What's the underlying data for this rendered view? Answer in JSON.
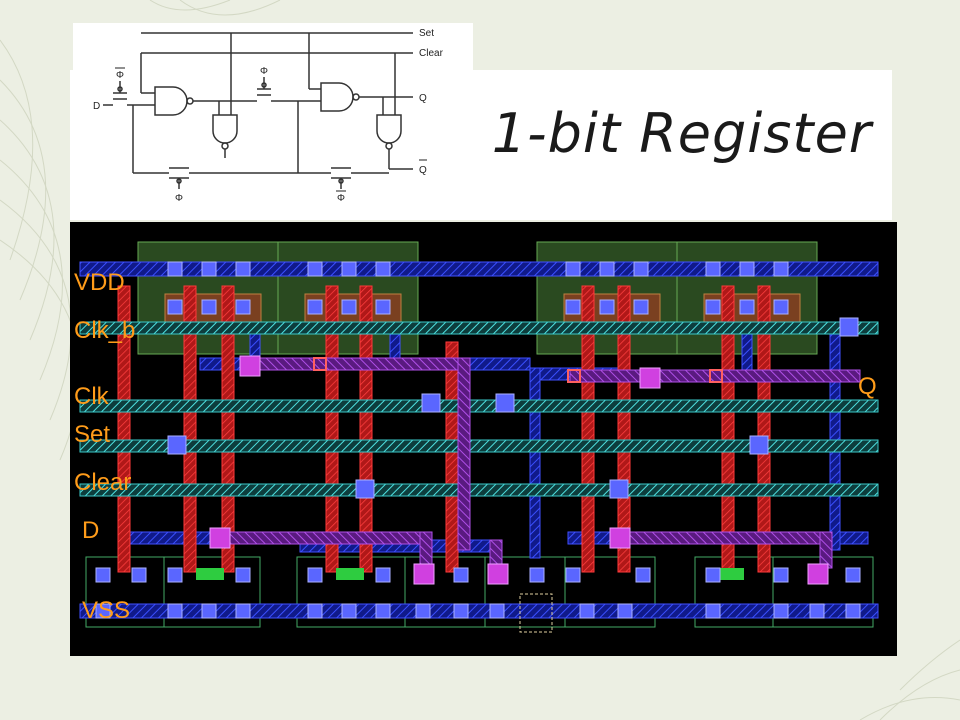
{
  "slide": {
    "title": "1-bit Register"
  },
  "schematic": {
    "labels": {
      "set": "Set",
      "clear": "Clear",
      "d": "D",
      "q": "Q",
      "q_bar": "Q",
      "phi": "Φ",
      "phi_bar": "Φ"
    }
  },
  "layout": {
    "labels": {
      "vdd": "VDD",
      "clk_b": "Clk_b",
      "clk": "Clk",
      "set": "Set",
      "clear": "Clear",
      "d": "D",
      "vss": "VSS",
      "q": "Q"
    }
  },
  "colors": {
    "background": "#ecefe3",
    "metal1": "#2222ff",
    "metal2": "#b040e0",
    "poly": "#e02020",
    "ndiff": "#30c030",
    "rail_label": "#ff9c1a"
  }
}
